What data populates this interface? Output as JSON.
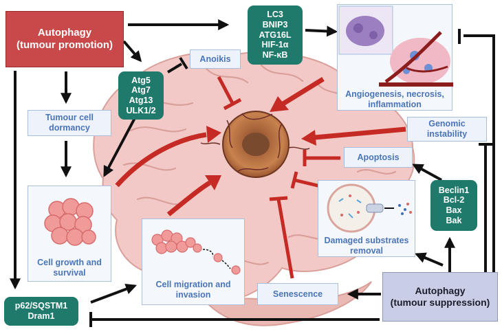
{
  "autophagy_promotion": {
    "line1": "Autophagy",
    "line2": "(tumour promotion)"
  },
  "autophagy_suppression": {
    "line1": "Autophagy",
    "line2": "(tumour suppression)"
  },
  "promotion_markers_a": [
    "LC3",
    "BNIP3",
    "ATG16L",
    "HIF-1α",
    "NF-κB"
  ],
  "promotion_markers_b": [
    "Atg5",
    "Atg7",
    "Atg13",
    "ULK1/2"
  ],
  "suppression_markers": [
    "Beclin1",
    "Bcl-2",
    "Bax",
    "Bak"
  ],
  "p62_box": [
    "p62/SQSTM1",
    "Dram1"
  ],
  "labels": {
    "anoikis": "Anoikis",
    "tumour_dormancy": [
      "Tumour cell",
      "dormancy"
    ],
    "angiogenesis": [
      "Angiogenesis, necrosis,",
      "inflammation"
    ],
    "genomic_instability": [
      "Genomic",
      "instability"
    ],
    "apoptosis": "Apoptosis",
    "damaged_substrates": [
      "Damaged substrates",
      "removal"
    ],
    "cell_growth": [
      "Cell growth and",
      "survival"
    ],
    "cell_migration": [
      "Cell migration and",
      "invasion"
    ],
    "senescence": "Senescence"
  },
  "colors": {
    "promotion_box": "#c9494a",
    "suppression_box": "#c9cde6",
    "teal_box": "#1f7a6c",
    "label_text": "#4a74b8",
    "red_arrow": "#c62a24",
    "brain": "#f2c9c6"
  }
}
